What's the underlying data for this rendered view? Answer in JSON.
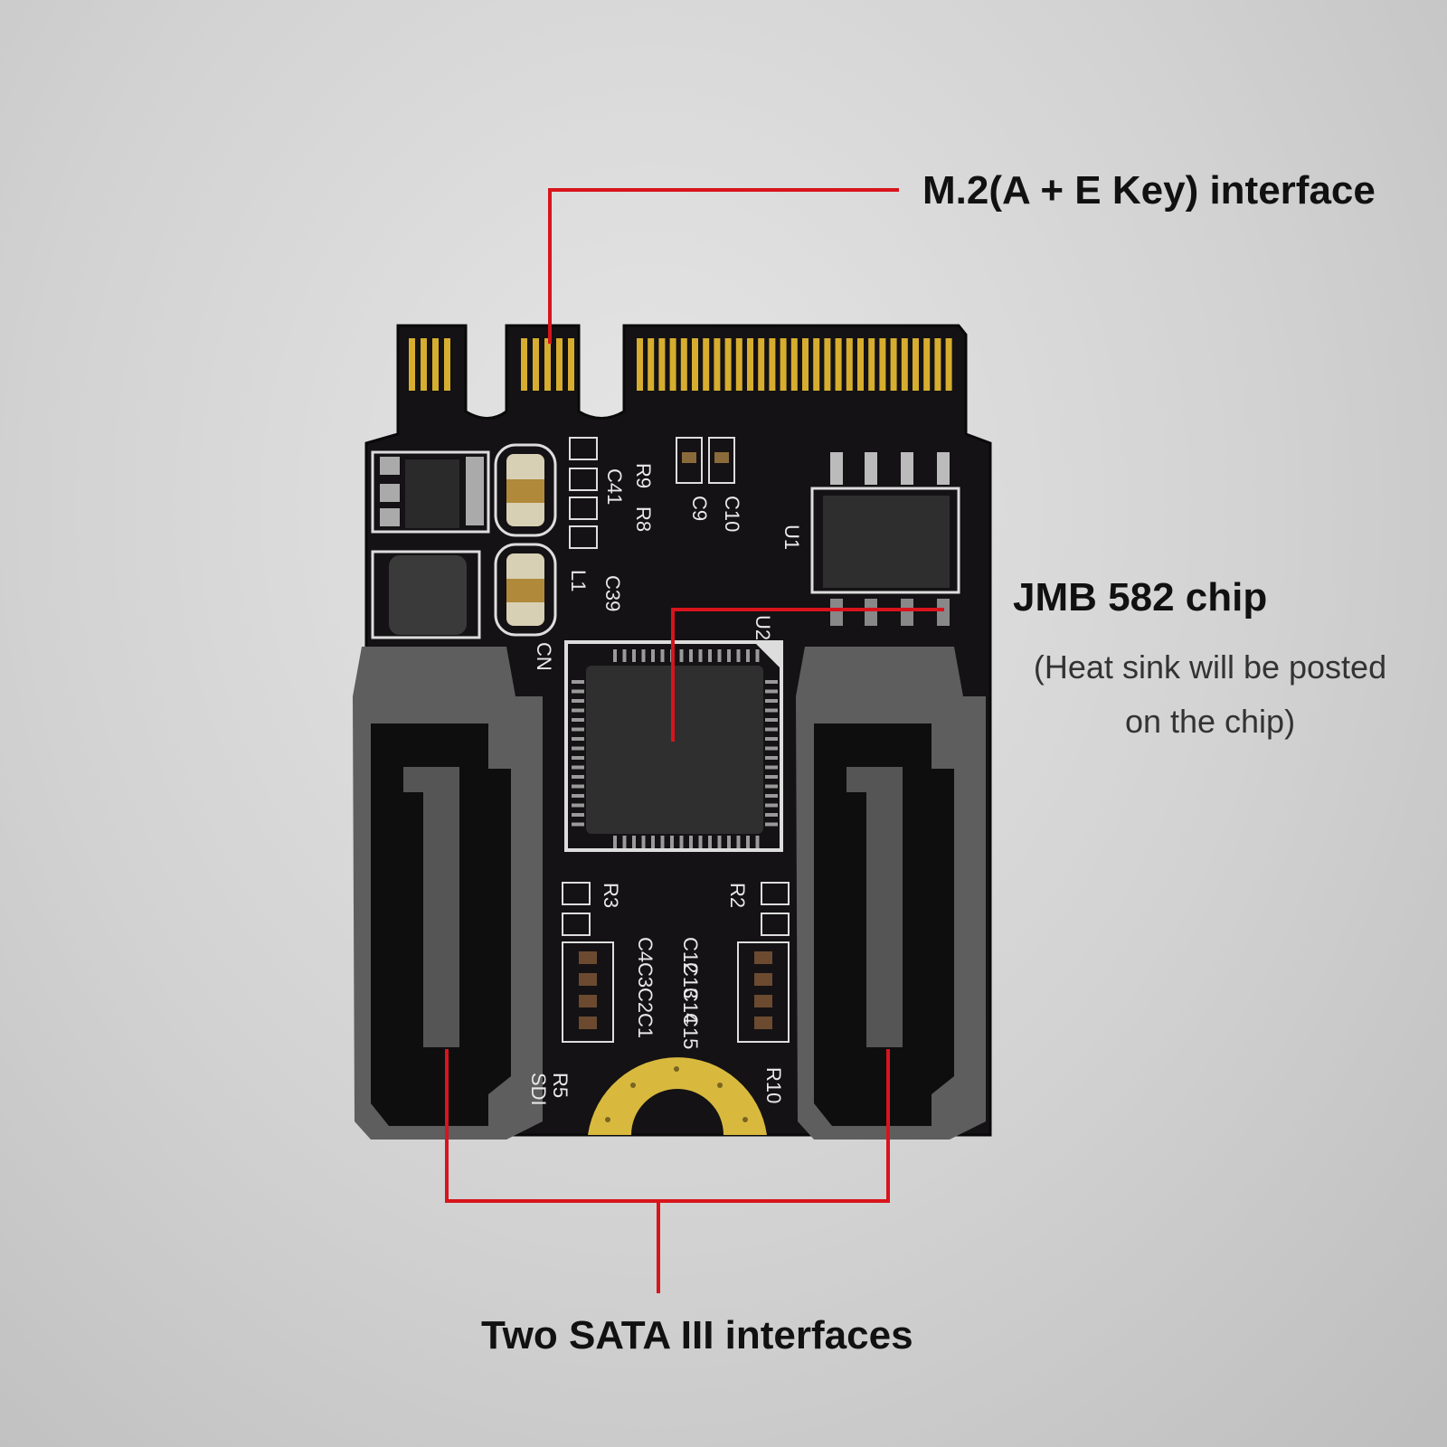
{
  "callouts": {
    "m2_interface": "M.2(A + E Key) interface",
    "chip_title": "JMB 582 chip",
    "chip_note": "(Heat sink will be posted on the chip)",
    "sata_interfaces": "Two SATA III interfaces"
  },
  "silkscreen": {
    "r9": "R9",
    "r8": "R8",
    "c41": "C41",
    "c10": "C10",
    "c9": "C9",
    "u1": "U1",
    "l1": "L1",
    "c39": "C39",
    "u2": "U2",
    "cn": "CN",
    "r3": "R3",
    "r2": "R2",
    "c4": "C4",
    "c3": "C3",
    "c2": "C2",
    "c1": "C1",
    "c12": "C12",
    "c13": "C13",
    "c14": "C14",
    "c15": "C15",
    "r5": "R5",
    "sdi": "SDI",
    "r10": "R10"
  },
  "colors": {
    "pcb": "#141214",
    "gold": "#d6ad2e",
    "callout_line": "#d8141c",
    "connector": "#5c5c5c"
  }
}
